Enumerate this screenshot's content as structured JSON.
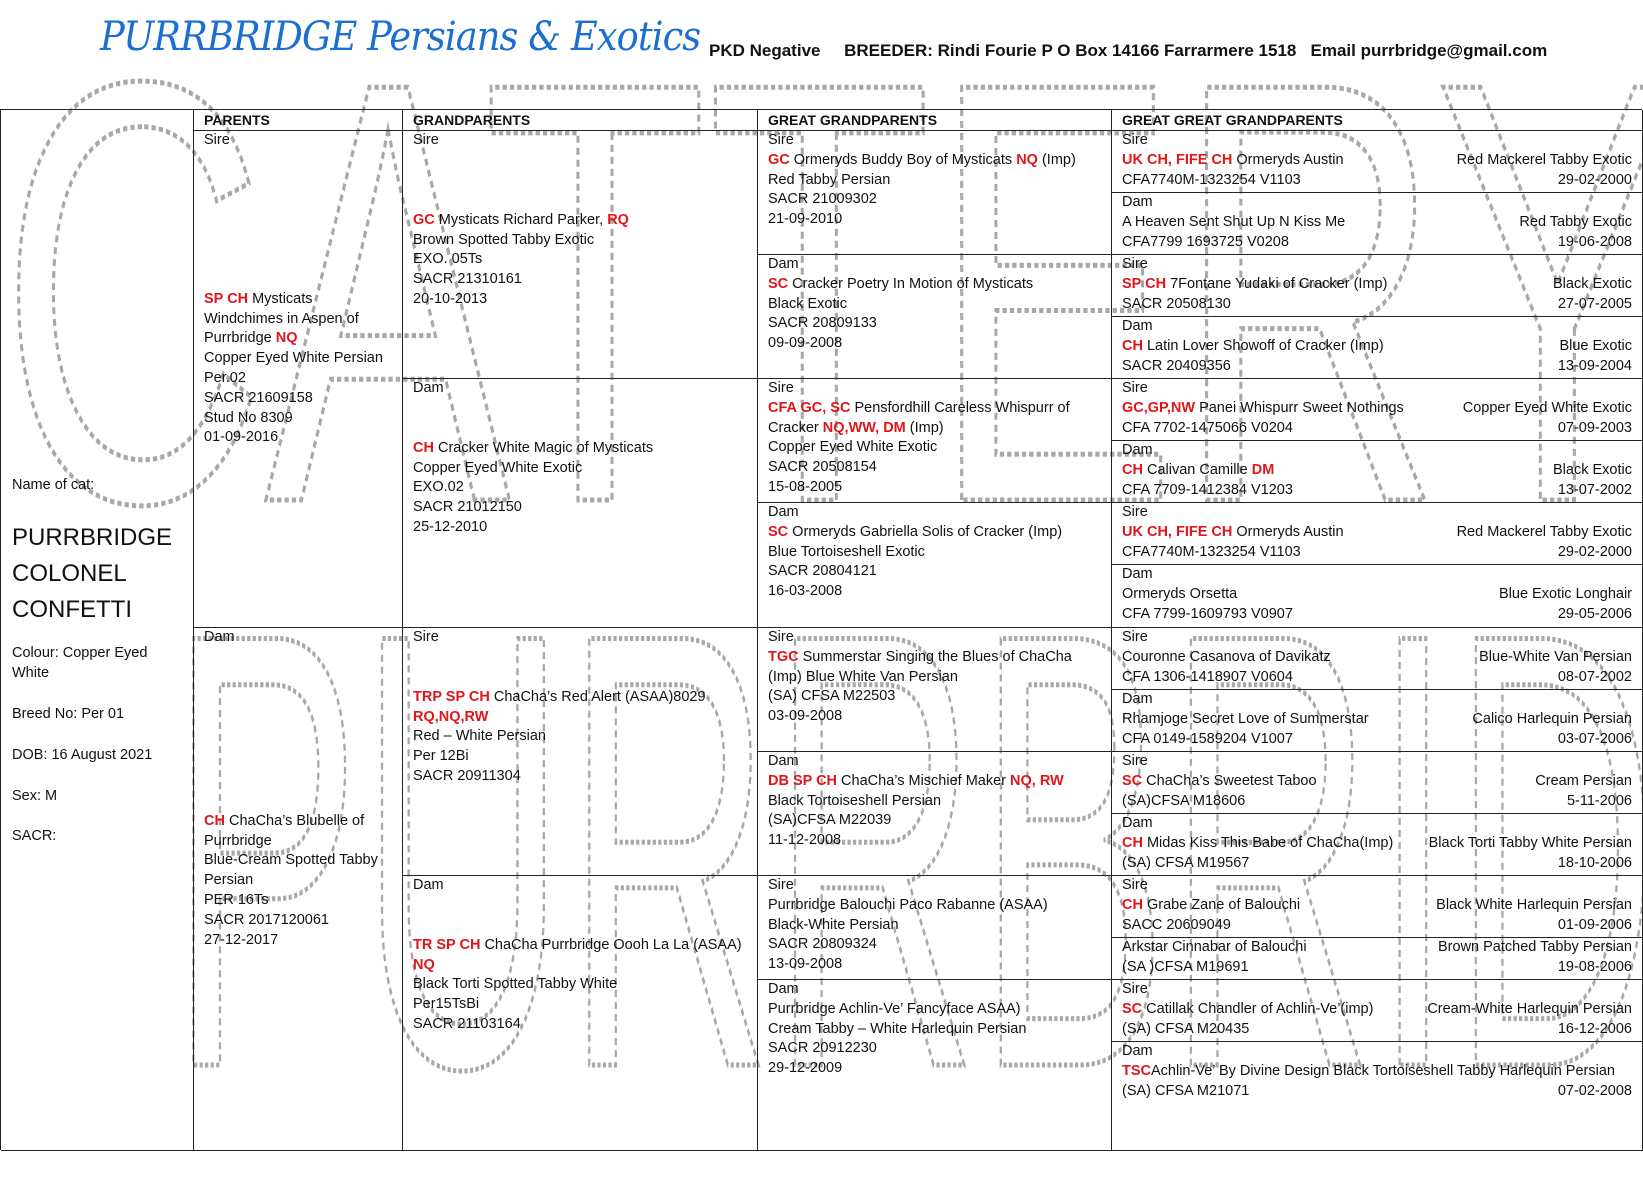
{
  "header": {
    "brand": "PURRBRIDGE Persians & Exotics",
    "breeder_line": "PKD Negative     BREEDER: Rindi Fourie P O Box 14166 Farrarmere 1518   Email purrbridge@gmail.com"
  },
  "watermark": [
    "CATTERY",
    "PURRBRIDGE"
  ],
  "columns": [
    "PARENTS",
    "GRANDPARENTS",
    "GREAT GRANDPARENTS",
    "GREAT GREAT GRANDPARENTS"
  ],
  "cat": {
    "name_label": "Name of cat:",
    "name_lines": [
      "PURRBRIDGE",
      "COLONEL",
      "CONFETTI"
    ],
    "colour": "Colour: Copper Eyed White",
    "breed_no": "Breed No: Per 01",
    "dob": "DOB: 16 August 2021",
    "sex": "Sex:  M",
    "sacr": "SACR:"
  },
  "parents": [
    {
      "label": "Sire",
      "name": [
        {
          "t": "SP CH",
          "red": true
        },
        {
          "t": " Mysticats Windchimes in Aspen of Purrbridge "
        },
        {
          "t": "NQ",
          "red": true
        }
      ],
      "lines": [
        "Copper Eyed White Persian",
        "Per.02",
        "SACR  21609158",
        "Stud No  8309",
        "01-09-2016"
      ]
    },
    {
      "label": "Dam",
      "name": [
        {
          "t": "CH",
          "red": true
        },
        {
          "t": " ChaCha’s Blubelle of Purrbridge"
        }
      ],
      "lines": [
        "Blue-Cream Spotted Tabby Persian",
        "PER 16Ts",
        "SACR 2017120061",
        "27-12-2017"
      ]
    }
  ],
  "grandparents": [
    {
      "label": "Sire",
      "name": [
        {
          "t": "GC",
          "red": true
        },
        {
          "t": " Mysticats Richard Parker, "
        },
        {
          "t": "RQ",
          "red": true
        }
      ],
      "lines": [
        "Brown Spotted Tabby Exotic",
        "EXO. 05Ts",
        "SACR  21310161",
        "20-10-2013"
      ]
    },
    {
      "label": "Dam",
      "name": [
        {
          "t": "CH",
          "red": true
        },
        {
          "t": " Cracker White Magic of Mysticats"
        }
      ],
      "lines": [
        "Copper Eyed White Exotic",
        "EXO.02",
        "SACR  21012150",
        "25-12-2010"
      ]
    },
    {
      "label": "Sire",
      "name": [
        {
          "t": "TRP SP CH",
          "red": true
        },
        {
          "t": " ChaCha’s Red Alert  (ASAA)8029"
        }
      ],
      "name2": [
        {
          "t": "RQ,NQ,RW",
          "red": true
        }
      ],
      "lines": [
        "Red – White Persian",
        "Per 12Bi",
        "SACR 20911304"
      ]
    },
    {
      "label": "Dam",
      "name": [
        {
          "t": "TR SP CH",
          "red": true
        },
        {
          "t": " ChaCha Purrbridge Oooh La La (ASAA)"
        }
      ],
      "name2": [
        {
          "t": "NQ",
          "red": true
        }
      ],
      "lines": [
        "Black Torti Spotted Tabby White",
        "Per15TsBi",
        "SACR 21103164"
      ]
    }
  ],
  "great_grandparents": [
    {
      "label": "Sire",
      "name": [
        {
          "t": "GC",
          "red": true
        },
        {
          "t": " Ormeryds Buddy Boy of Mysticats "
        },
        {
          "t": "NQ",
          "red": true
        },
        {
          "t": " (Imp)"
        }
      ],
      "lines": [
        "Red Tabby Persian",
        "SACR  21009302",
        "21-09-2010"
      ]
    },
    {
      "label": "Dam",
      "name": [
        {
          "t": "SC",
          "red": true
        },
        {
          "t": " Cracker Poetry In Motion of Mysticats"
        }
      ],
      "lines": [
        "Black Exotic",
        "SACR  20809133",
        "09-09-2008"
      ]
    },
    {
      "label": "Sire",
      "name": [
        {
          "t": "CFA GC, SC",
          "red": true
        },
        {
          "t": " Pensfordhill Careless Whispurr of Cracker "
        },
        {
          "t": "NQ,WW, DM",
          "red": true
        },
        {
          "t": " (Imp)"
        }
      ],
      "lines": [
        "Copper Eyed White Exotic",
        "SACR  20508154",
        "15-08-2005"
      ]
    },
    {
      "label": "Dam",
      "name": [
        {
          "t": "SC",
          "red": true
        },
        {
          "t": " Ormeryds Gabriella Solis of Cracker (Imp)"
        }
      ],
      "lines": [
        "Blue Tortoiseshell Exotic",
        "SACR  20804121",
        "16-03-2008"
      ]
    },
    {
      "label": "Sire",
      "name": [
        {
          "t": "TGC",
          "red": true
        },
        {
          "t": " Summerstar Singing the Blues of ChaCha (Imp) Blue White Van Persian"
        }
      ],
      "lines": [
        "(SA) CFSA M22503",
        "03-09-2008"
      ]
    },
    {
      "label": "Dam",
      "name": [
        {
          "t": "DB SP CH",
          "red": true
        },
        {
          "t": " ChaCha’s Mischief  Maker "
        },
        {
          "t": "NQ, RW",
          "red": true
        }
      ],
      "lines": [
        "Black Tortoiseshell Persian",
        "(SA)CFSA M22039",
        "11-12-2008"
      ]
    },
    {
      "label": "Sire",
      "name": [
        {
          "t": "Purrbridge Balouchi Paco Rabanne (ASAA)"
        }
      ],
      "lines": [
        "Black-White Persian",
        "SACR 20809324",
        "13-09-2008"
      ]
    },
    {
      "label": "Dam",
      "name": [
        {
          "t": "Purrbridge Achlin-Ve’ Fancyface ASAA)"
        }
      ],
      "lines": [
        "Cream Tabby – White Harlequin Persian",
        "SACR 20912230",
        "29-12-2009"
      ]
    }
  ],
  "great_great_grandparents": [
    {
      "label": "Sire",
      "name": [
        {
          "t": "UK CH, FIFE CH",
          "red": true
        },
        {
          "t": " Ormeryds  Austin"
        }
      ],
      "colour": "Red Mackerel Tabby Exotic",
      "reg": "CFA7740M-1323254   V1103",
      "dob": "29-02-2000"
    },
    {
      "label": "Dam",
      "name": [
        {
          "t": "A Heaven Sent  Shut Up N Kiss Me"
        }
      ],
      "colour": "Red Tabby Exotic",
      "reg": "CFA7799 1693725  V0208",
      "dob": "19-06-2008"
    },
    {
      "label": "Sire",
      "name": [
        {
          "t": "SP CH",
          "red": true
        },
        {
          "t": " 7Fontane Yudaki of Cracker (Imp)"
        }
      ],
      "colour": "Black Exotic",
      "reg": "SACR  20508130",
      "dob": "27-07-2005"
    },
    {
      "label": "Dam",
      "name": [
        {
          "t": "CH",
          "red": true
        },
        {
          "t": " Latin Lover Showoff of Cracker (Imp)"
        }
      ],
      "colour": "Blue Exotic",
      "reg": "SACR  20409356",
      "dob": "13-09-2004"
    },
    {
      "label": "Sire",
      "name": [
        {
          "t": "GC,GP,NW",
          "red": true
        },
        {
          "t": " Panei Whispurr Sweet Nothings"
        }
      ],
      "colour": "Copper Eyed White Exotic",
      "reg": "CFA 7702-1475066   V0204",
      "dob": "07-09-2003"
    },
    {
      "label": "Dam",
      "name": [
        {
          "t": "CH",
          "red": true
        },
        {
          "t": " Calivan Camille "
        },
        {
          "t": "DM",
          "red": true
        }
      ],
      "colour": "Black Exotic",
      "reg": "CFA 7709-1412384  V1203",
      "dob": "13-07-2002"
    },
    {
      "label": "Sire",
      "name": [
        {
          "t": "UK CH, FIFE CH",
          "red": true
        },
        {
          "t": " Ormeryds  Austin"
        }
      ],
      "colour": "Red Mackerel Tabby Exotic",
      "reg": "CFA7740M-1323254   V1103",
      "dob": "29-02-2000"
    },
    {
      "label": "Dam",
      "name": [
        {
          "t": "Ormeryds Orsetta"
        }
      ],
      "colour": "Blue Exotic Longhair",
      "reg": "CFA 7799-1609793   V0907",
      "dob": "29-05-2006"
    },
    {
      "label": "Sire",
      "name": [
        {
          "t": "Couronne Casanova of Davikatz"
        }
      ],
      "colour": "Blue-White Van Persian",
      "reg": "CFA 1306-1418907  V0604",
      "dob": "08-07-2002"
    },
    {
      "label": "Dam",
      "name": [
        {
          "t": "Rhamjoge Secret Love of Summerstar"
        }
      ],
      "colour": "Calico Harlequin Persian",
      "reg": "CFA 0149-1589204 V1007",
      "dob": "03-07-2006"
    },
    {
      "label": "Sire",
      "name": [
        {
          "t": "SC",
          "red": true
        },
        {
          "t": " ChaCha’s Sweetest Taboo"
        }
      ],
      "colour": "Cream Persian",
      "reg": "(SA)CFSA M18606",
      "dob": "5-11-2006"
    },
    {
      "label": "Dam",
      "name": [
        {
          "t": "CH",
          "red": true
        },
        {
          "t": " Midas Kiss This Babe of ChaCha(Imp)"
        }
      ],
      "colour": "Black Torti Tabby White Persian",
      "reg": "(SA) CFSA M19567",
      "dob": "18-10-2006"
    },
    {
      "label": "Sire",
      "name": [
        {
          "t": "CH",
          "red": true
        },
        {
          "t": " Grabe Zane of Balouchi"
        }
      ],
      "colour": "Black White Harlequin Persian",
      "reg": "SACC 20609049",
      "dob": "01-09-2006"
    },
    {
      "name": [
        {
          "t": " Arkstar Cinnabar of Balouchi"
        }
      ],
      "colour": "Brown Patched Tabby Persian",
      "reg": "(SA )CFSA M19691",
      "dob": "19-08-2006"
    },
    {
      "label": "Sire",
      "name": [
        {
          "t": " SC",
          "red": true
        },
        {
          "t": " Catillak Chandler of Achlin-Ve’(imp)"
        }
      ],
      "colour": "Cream-White Harlequin  Persian",
      "reg": "(SA) CFSA M20435",
      "dob": "16-12-2006"
    },
    {
      "label": "Dam",
      "name": [
        {
          "t": "TSC",
          "red": true
        },
        {
          "t": "Achlin-Ve’ By Divine Design Black Tortoiseshell Tabby Harlequin Persian"
        }
      ],
      "reg": "(SA) CFSA M21071",
      "dob": "07-02-2008"
    }
  ],
  "colors": {
    "title_blue": "#1a6fd0",
    "title_red": "#e0161b",
    "watermark_gray": "#a8a8a8",
    "border": "#222222"
  }
}
